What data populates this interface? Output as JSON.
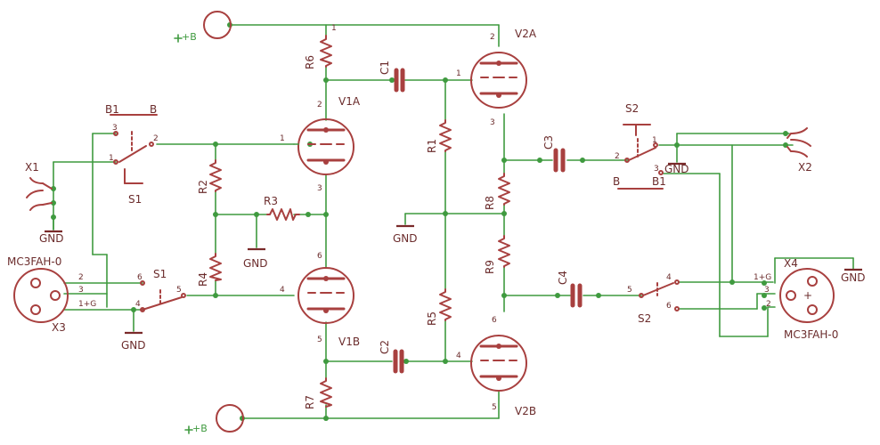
{
  "labels": {
    "pwr_top": "+B",
    "pwr_bot": "+B",
    "r6": "R6",
    "r7": "R7",
    "r1": "R1",
    "r2": "R2",
    "r3": "R3",
    "r4": "R4",
    "r5": "R5",
    "r8": "R8",
    "r9": "R9",
    "c1": "C1",
    "c2": "C2",
    "c3": "C3",
    "c4": "C4",
    "v1a": "V1A",
    "v1b": "V1B",
    "v2a": "V2A",
    "v2b": "V2B",
    "x1": "X1",
    "x2": "X2",
    "x3": "X3",
    "x4": "X4",
    "mc_left": "MC3FAH-0",
    "mc_right": "MC3FAH-0",
    "s1_top": "S1",
    "s1_bot": "S1",
    "s2_top": "S2",
    "s2_bot": "S2",
    "b1_left": "B1",
    "b_left": "B",
    "b_right": "B",
    "b1_right": "B1",
    "gnd": "GND",
    "pin_1": "1",
    "pin_2": "2",
    "pin_3": "3",
    "pin_4": "4",
    "pin_5": "5",
    "pin_6": "6",
    "pin_1g": "1+G",
    "plus": "+"
  }
}
